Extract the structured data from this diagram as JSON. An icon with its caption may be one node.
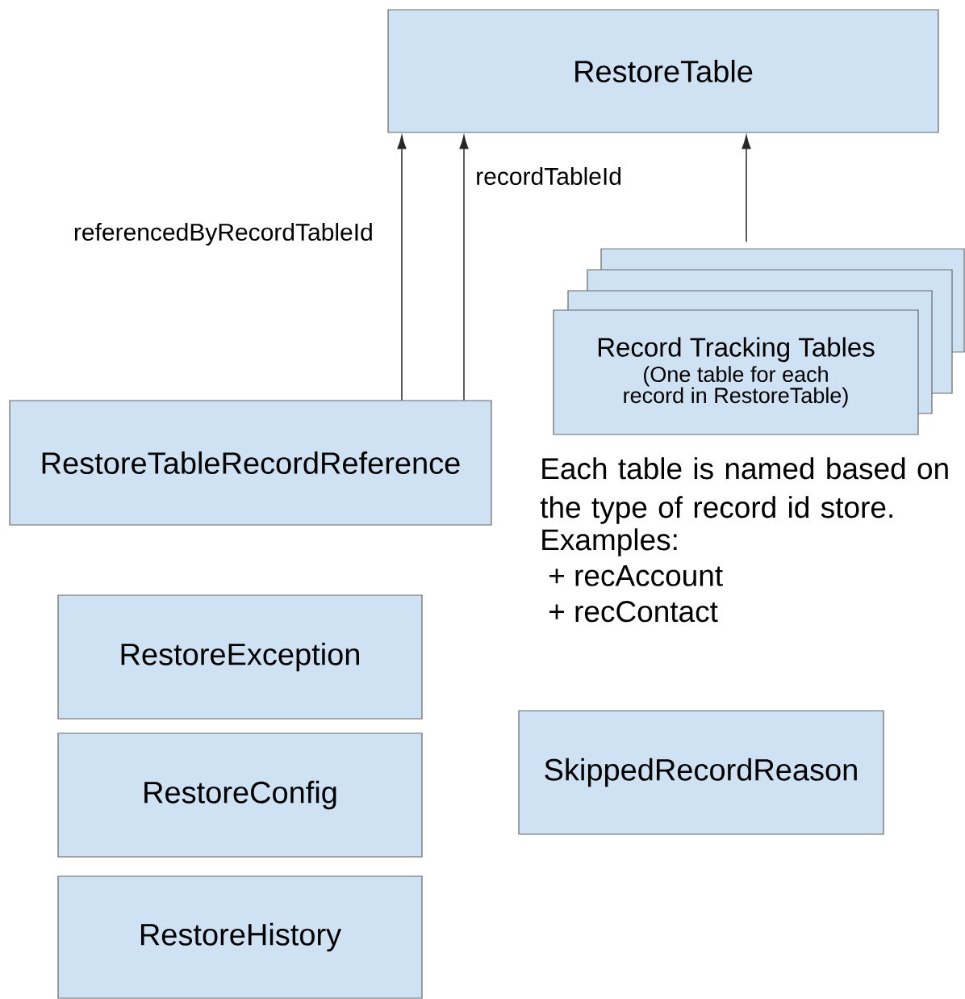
{
  "diagram": {
    "nodes": [
      {
        "text": [
          "RestoreTable"
        ]
      },
      {
        "text": [
          "RestoreTableRecordReference"
        ]
      },
      {
        "text": [
          "Record Tracking Tables",
          "(One table for each record in RestoreTable)"
        ]
      },
      {
        "text": [
          "RestoreException"
        ]
      },
      {
        "text": [
          "RestoreConfig"
        ]
      },
      {
        "text": [
          "RestoreHistory"
        ]
      },
      {
        "text": [
          "SkippedRecordReason"
        ]
      }
    ],
    "edges": [
      {
        "from": 1,
        "to": 0,
        "arrow": "to",
        "label": "referencedByRecordTableId"
      },
      {
        "from": 1,
        "to": 0,
        "arrow": "to",
        "label": "recordTableId"
      },
      {
        "from": 2,
        "to": 0,
        "arrow": "to"
      }
    ],
    "labels": [
      "Each table is named based on the type of record id store.",
      "Examples:",
      "+ recAccount",
      "+ recContact"
    ]
  }
}
